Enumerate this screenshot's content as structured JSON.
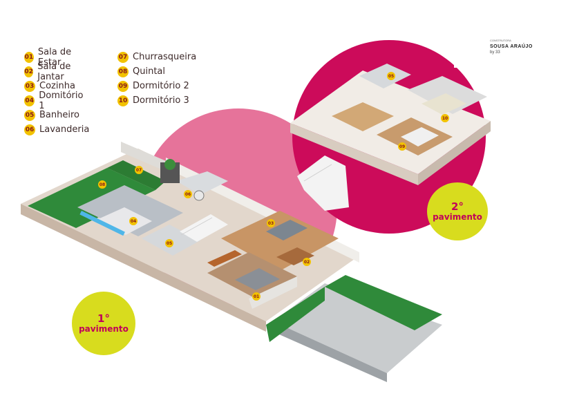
{
  "legend": {
    "left": [
      {
        "num": "01",
        "label": "Sala de Estar"
      },
      {
        "num": "02",
        "label": "Sala de Jantar"
      },
      {
        "num": "03",
        "label": "Cozinha"
      },
      {
        "num": "04",
        "label": "Domitório 1"
      },
      {
        "num": "05",
        "label": "Banheiro"
      },
      {
        "num": "06",
        "label": "Lavanderia"
      }
    ],
    "right": [
      {
        "num": "07",
        "label": "Churrasqueira"
      },
      {
        "num": "08",
        "label": "Quintal"
      },
      {
        "num": "09",
        "label": "Dormitório 2"
      },
      {
        "num": "10",
        "label": "Dormitório 3"
      }
    ]
  },
  "floor1": {
    "num": "1°",
    "label": "pavimento"
  },
  "floor2": {
    "num": "2°",
    "label": "pavimento"
  },
  "logo": {
    "sub": "CONSTRUTORA",
    "brand": "SOUSA ARAÚJO",
    "tag": "by 33"
  },
  "room_badges": [
    "01",
    "02",
    "03",
    "04",
    "05",
    "06",
    "07",
    "08",
    "05",
    "09",
    "10"
  ],
  "colors": {
    "accent_pink": "#d0005e",
    "badge_yellow": "#f2c200",
    "floor_label": "#d8dc1e",
    "grass": "#2f8a3a"
  }
}
